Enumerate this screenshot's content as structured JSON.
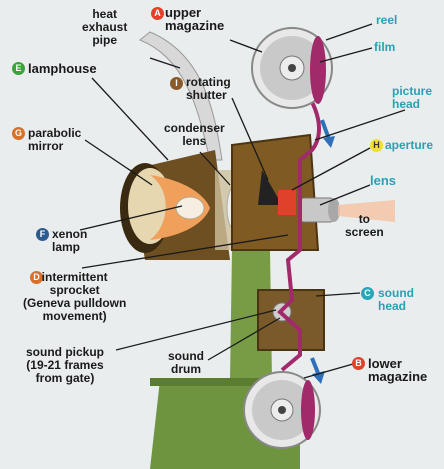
{
  "colors": {
    "badge_red": "#e0412b",
    "badge_green": "#3aa33a",
    "badge_orange": "#d8702a",
    "badge_brown": "#8a5a2a",
    "badge_blue": "#2e5b8f",
    "badge_yellow": "#f0e02a",
    "badge_teal": "#2aa6b8",
    "teal_text": "#2aa1b3",
    "housing_brown": "#7a5a2a",
    "stand_green": "#6b8f3a",
    "film_magenta": "#a02a6a"
  },
  "labels": {
    "heat_exhaust_pipe": "heat\nexhaust\npipe",
    "upper_magazine": "upper\nmagazine",
    "reel": "reel",
    "film": "film",
    "lamphouse": "lamphouse",
    "picture_head": "picture\nhead",
    "rotating_shutter": "rotating\nshutter",
    "condenser_lens": "condenser\nlens",
    "aperture": "aperture",
    "parabolic_mirror": "parabolic\nmirror",
    "lens": "lens",
    "xenon_lamp": "xenon\nlamp",
    "to_screen": "to\nscreen",
    "intermittent_sprocket": "intermittent\nsprocket\n(Geneva pulldown\nmovement)",
    "sound_head": "sound\nhead",
    "sound_pickup": "sound pickup\n(19-21 frames\nfrom gate)",
    "sound_drum": "sound\ndrum",
    "lower_magazine": "lower\nmagazine"
  },
  "badges": {
    "a": "A",
    "b": "B",
    "c": "C",
    "d": "D",
    "e": "E",
    "f": "F",
    "g": "G",
    "h": "H",
    "i": "I"
  }
}
